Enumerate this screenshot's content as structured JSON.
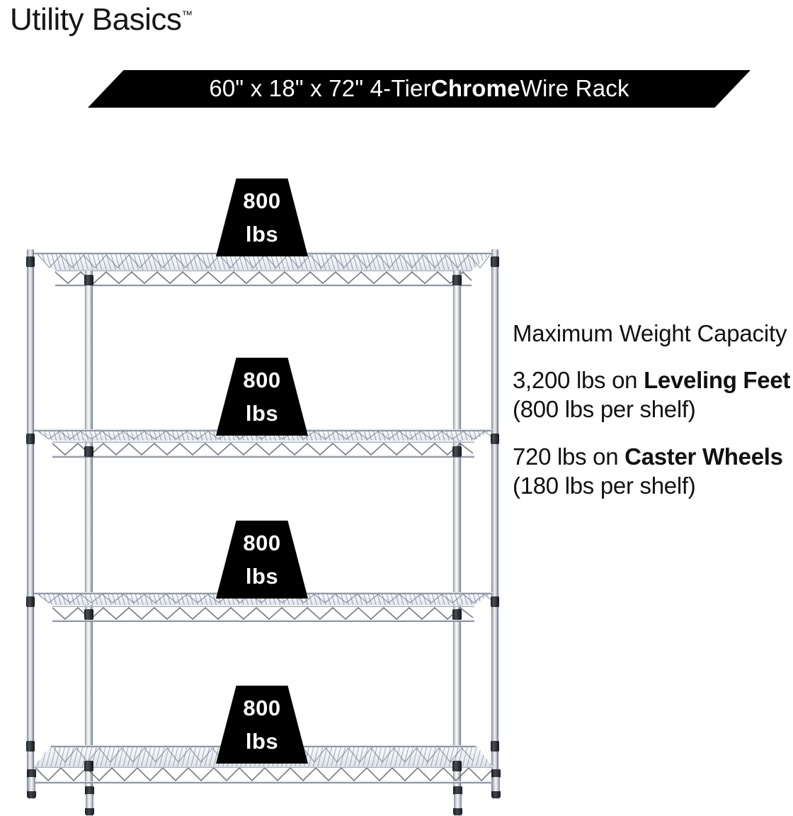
{
  "brand": {
    "name": "Utility Basics",
    "trademark": "™"
  },
  "banner": {
    "prefix": "60\" x 18\" x 72\" 4-Tier ",
    "bold": "Chrome",
    "suffix": " Wire Rack",
    "background_color": "#000000",
    "text_color": "#ffffff"
  },
  "info": {
    "heading": "Maximum Weight Capacity",
    "paragraphs": [
      {
        "part1": "3,200 lbs on ",
        "bold1": "Leveling Feet",
        "part2": " (800 lbs per shelf)"
      },
      {
        "part1": "720 lbs on ",
        "bold1": "Caster Wheels",
        "part2": " (180 lbs per shelf)"
      }
    ]
  },
  "product": {
    "type": "4-tier chrome wire shelving rack",
    "tiers": 4,
    "finish_color": "#e3e8ee"
  },
  "badges": [
    {
      "value": "800",
      "unit": "lbs"
    },
    {
      "value": "800",
      "unit": "lbs"
    },
    {
      "value": "800",
      "unit": "lbs"
    },
    {
      "value": "800",
      "unit": "lbs"
    }
  ]
}
